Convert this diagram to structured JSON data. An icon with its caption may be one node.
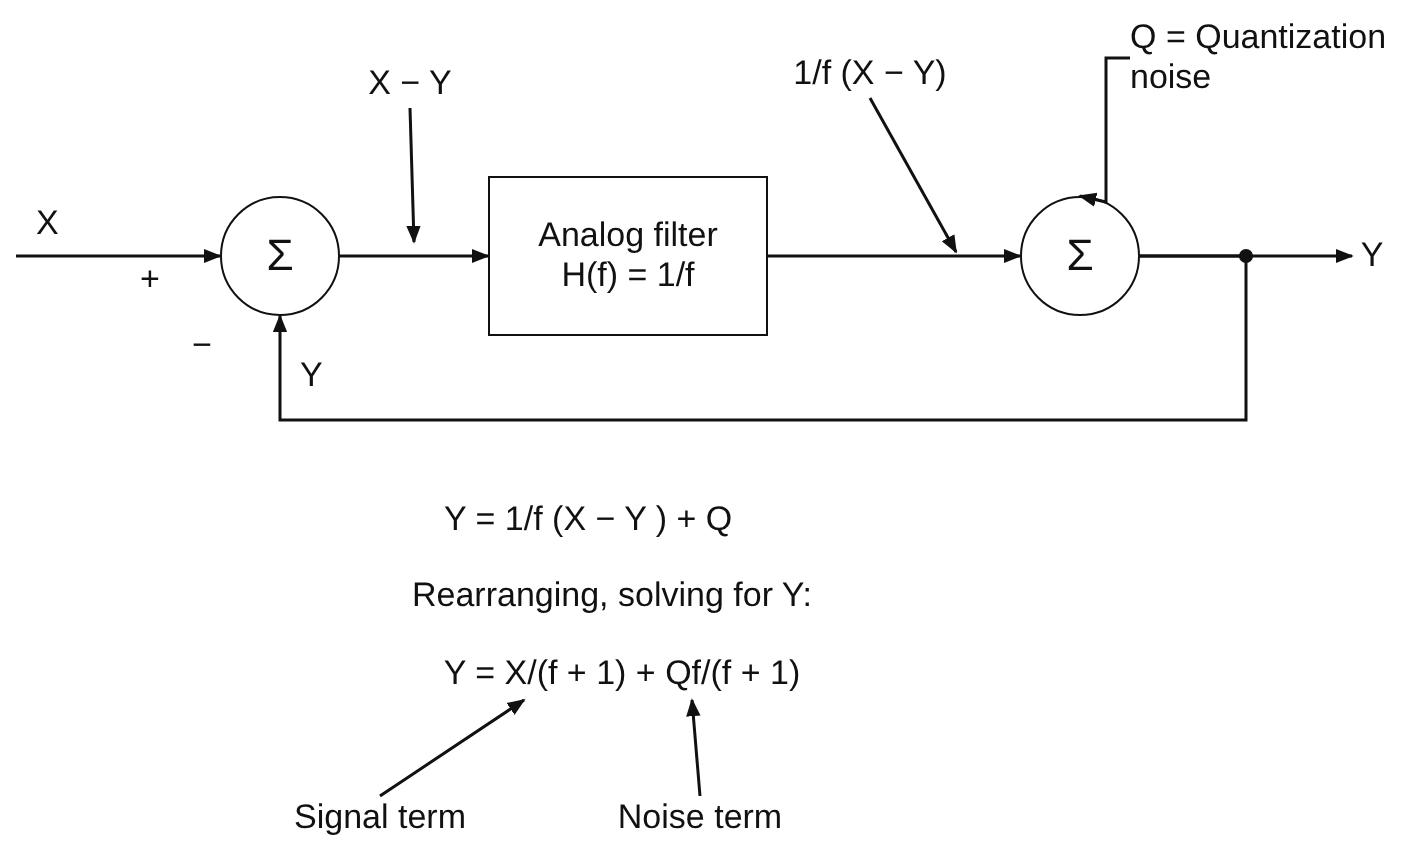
{
  "diagram": {
    "nodes": [
      {
        "text": [
          "Σ"
        ]
      },
      {
        "text": [
          "Analog filter",
          "H(f) = 1/f"
        ]
      },
      {
        "text": [
          "Σ"
        ]
      },
      {
        "text": [
          "X − Y"
        ]
      },
      {
        "text": [
          "1/f (X − Y)"
        ]
      },
      {
        "text": [
          "Q = Quantization noise"
        ]
      },
      {
        "text": [
          "Y"
        ]
      },
      {
        "text": [
          "Signal term"
        ]
      },
      {
        "text": [
          "Noise term"
        ]
      },
      {
        "text": [
          "Y = X/(f + 1) + Qf/(f + 1)"
        ]
      }
    ],
    "edges": [
      {
        "from": null,
        "to": 0,
        "arrow": "to",
        "label": "X"
      },
      {
        "from": 0,
        "to": 1,
        "arrow": "to"
      },
      {
        "from": 1,
        "to": 2,
        "arrow": "to"
      },
      {
        "from": 2,
        "to": 6,
        "arrow": "to"
      },
      {
        "from": 2,
        "to": 0,
        "arrow": "to",
        "label": "Y"
      },
      {
        "from": 3,
        "to": null,
        "arrow": "to"
      },
      {
        "from": 4,
        "to": null,
        "arrow": "to"
      },
      {
        "from": 5,
        "to": 2,
        "arrow": "to"
      },
      {
        "from": 7,
        "to": 9,
        "arrow": "to"
      },
      {
        "from": 8,
        "to": 9,
        "arrow": "to"
      }
    ],
    "labels": [
      "+",
      "−",
      "Y = 1/f (X − Y ) + Q",
      "Rearranging, solving for Y:"
    ]
  }
}
